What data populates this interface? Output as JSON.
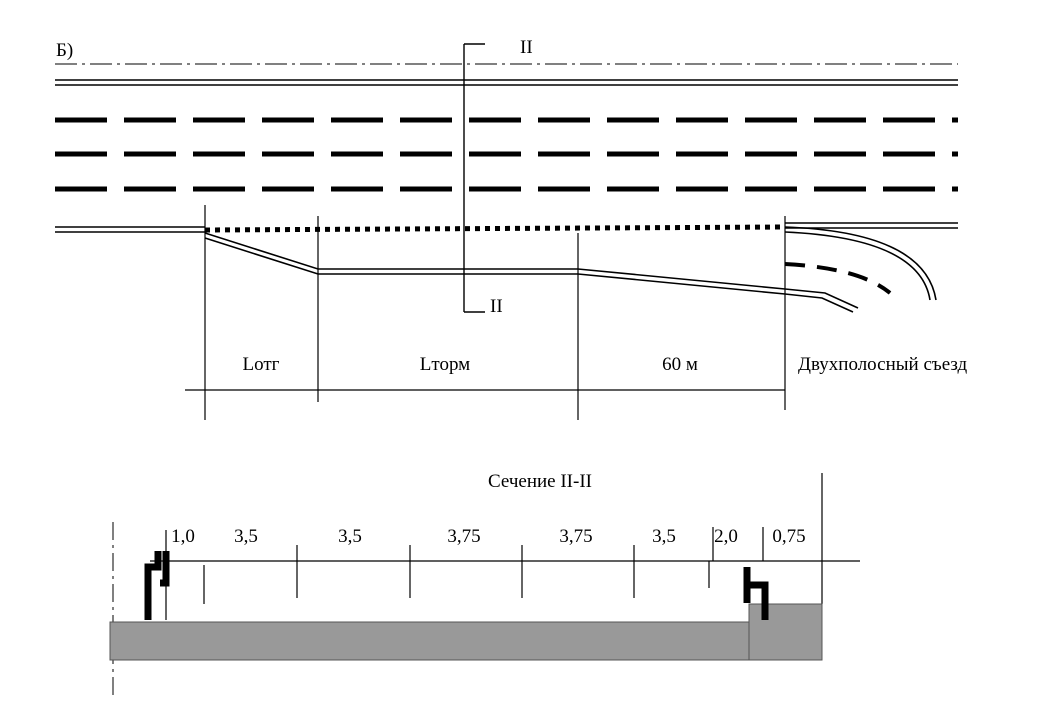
{
  "figure": {
    "panel_label": "Б)",
    "section_marker_top": "II",
    "section_marker_bottom": "II"
  },
  "segments": {
    "items": [
      "Lотг",
      "Lторм",
      "60 м",
      "Двухполосный съезд"
    ]
  },
  "section": {
    "title": "Сечение II-II",
    "widths": [
      "1,0",
      "3,5",
      "3,5",
      "3,75",
      "3,75",
      "3,5",
      "2,0",
      "0,75"
    ]
  }
}
